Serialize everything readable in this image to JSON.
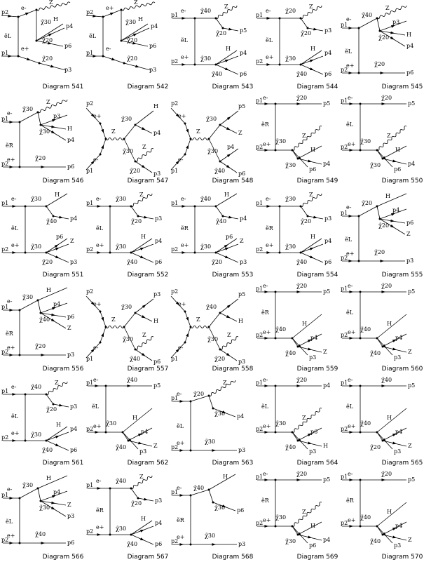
{
  "page": {
    "background": "#ffffff",
    "ink": "#000000"
  },
  "diagrams": [
    {
      "caption": "Diagram 541",
      "kind": "t3",
      "ext": [
        "p2",
        "p1",
        "Z",
        "H",
        "p4",
        "p6",
        "p3"
      ],
      "prop": [
        "e-",
        "e+",
        "ẽL",
        "χ̃30",
        "χ̃20",
        "χ̃20"
      ]
    },
    {
      "caption": "Diagram 542",
      "kind": "t3",
      "ext": [
        "p2",
        "p1",
        "Z",
        "H",
        "p4",
        "p6",
        "p3"
      ],
      "prop": [
        "e+",
        "e-",
        "ẽL",
        "χ̃30",
        "χ̃20",
        "χ̃20"
      ]
    },
    {
      "caption": "Diagram 543",
      "kind": "ladder",
      "ext": [
        "p1",
        "p2",
        "Z",
        "p5",
        "H",
        "p4",
        "p6"
      ],
      "prop": [
        "e-",
        "e+",
        "ẽL",
        "χ̃40",
        "χ̃20",
        "χ̃30",
        "χ̃40"
      ]
    },
    {
      "caption": "Diagram 544",
      "kind": "ladder",
      "ext": [
        "p1",
        "p2",
        "Z",
        "p3",
        "H",
        "p4",
        "p6"
      ],
      "prop": [
        "e-",
        "e+",
        "ẽL",
        "χ̃20",
        "χ̃20",
        "χ̃30",
        "χ̃40"
      ]
    },
    {
      "caption": "Diagram 545",
      "kind": "ladder2",
      "ext": [
        "p1",
        "p2",
        "Z",
        "p3",
        "H",
        "p4",
        "p6"
      ],
      "prop": [
        "e-",
        "e+",
        "ẽL",
        "χ̃40",
        "χ̃20",
        "χ̃40",
        "χ̃20"
      ]
    },
    {
      "caption": "Diagram 546",
      "kind": "ladder2",
      "ext": [
        "p1",
        "p2",
        "Z",
        "p3",
        "H",
        "p4",
        "p6"
      ],
      "prop": [
        "e-",
        "e+",
        "ẽR",
        "χ̃30",
        "χ̃30",
        "χ̃30",
        "χ̃20"
      ]
    },
    {
      "caption": "Diagram 547",
      "kind": "s",
      "ext": [
        "p2",
        "p1",
        "H",
        "p4",
        "p6",
        "Z",
        "p3"
      ],
      "prop": [
        "e+",
        "e-",
        "Z",
        "χ̃30",
        "χ̃30",
        "χ̃20",
        "χ̃20"
      ]
    },
    {
      "caption": "Diagram 548",
      "kind": "s",
      "ext": [
        "p2",
        "p1",
        "p5",
        "Z",
        "H",
        "p4",
        "p6"
      ],
      "prop": [
        "e+",
        "e-",
        "Z",
        "χ̃30",
        "χ̃30",
        "χ̃20",
        "χ̃40"
      ]
    },
    {
      "caption": "Diagram 549",
      "kind": "long",
      "ext": [
        "p1",
        "p2",
        "p5",
        "Z",
        "H",
        "p4",
        "p6"
      ],
      "prop": [
        "e-",
        "e+",
        "ẽR",
        "χ̃20",
        "χ̃30",
        "χ̃30",
        "χ̃40"
      ]
    },
    {
      "caption": "Diagram 550",
      "kind": "long",
      "ext": [
        "p1",
        "p2",
        "p5",
        "Z",
        "H",
        "p4",
        "p6"
      ],
      "prop": [
        "e-",
        "e+",
        "ẽL",
        "χ̃20",
        "χ̃30",
        "χ̃30",
        "χ̃40"
      ]
    },
    {
      "caption": "Diagram 551",
      "kind": "ladder",
      "ext": [
        "p1",
        "p2",
        "H",
        "p4",
        "p6",
        "Z",
        "p3"
      ],
      "prop": [
        "e-",
        "e+",
        "ẽL",
        "χ̃30",
        "χ̃40",
        "χ̃30",
        "χ̃20"
      ]
    },
    {
      "caption": "Diagram 552",
      "kind": "ladder",
      "ext": [
        "p1",
        "p2",
        "Z",
        "p3",
        "H",
        "p4",
        "p6"
      ],
      "prop": [
        "e-",
        "e+",
        "ẽL",
        "χ̃30",
        "χ̃20",
        "χ̃30",
        "χ̃40"
      ]
    },
    {
      "caption": "Diagram 553",
      "kind": "ladder",
      "ext": [
        "p1",
        "p2",
        "H",
        "p4",
        "p6",
        "Z",
        "p3"
      ],
      "prop": [
        "e-",
        "e+",
        "ẽR",
        "χ̃40",
        "χ̃40",
        "χ̃30",
        "χ̃20"
      ]
    },
    {
      "caption": "Diagram 554",
      "kind": "ladder",
      "ext": [
        "p1",
        "p2",
        "Z",
        "p3",
        "H",
        "p4",
        "p6"
      ],
      "prop": [
        "e-",
        "e+",
        "ẽR",
        "χ̃30",
        "χ̃20",
        "χ̃30",
        "χ̃40"
      ]
    },
    {
      "caption": "Diagram 555",
      "kind": "ladder2",
      "ext": [
        "p1",
        "p2",
        "H",
        "p4",
        "p6",
        "Z",
        "p3"
      ],
      "prop": [
        "e-",
        "e+",
        "ẽL",
        "χ̃20",
        "χ̃20",
        "χ̃40",
        "χ̃20"
      ]
    },
    {
      "caption": "Diagram 556",
      "kind": "ladder2",
      "ext": [
        "p1",
        "p2",
        "H",
        "p4",
        "p6",
        "Z",
        "p3"
      ],
      "prop": [
        "e-",
        "e+",
        "ẽR",
        "χ̃30",
        "χ̃40",
        "χ̃40",
        "χ̃20"
      ]
    },
    {
      "caption": "Diagram 557",
      "kind": "s",
      "ext": [
        "p2",
        "p1",
        "p3",
        "H",
        "p4",
        "Z",
        "p6"
      ],
      "prop": [
        "e+",
        "e-",
        "Z",
        "χ̃30",
        "χ̃30",
        "χ̃40",
        "χ̃40"
      ]
    },
    {
      "caption": "Diagram 558",
      "kind": "s",
      "ext": [
        "p2",
        "p1",
        "p5",
        "H",
        "p4",
        "Z",
        "p3"
      ],
      "prop": [
        "e+",
        "e-",
        "Z",
        "χ̃40",
        "χ̃30",
        "χ̃20",
        "χ̃20"
      ]
    },
    {
      "caption": "Diagram 559",
      "kind": "long",
      "ext": [
        "p1",
        "p2",
        "p5",
        "H",
        "p4",
        "Z",
        "p3"
      ],
      "prop": [
        "e-",
        "e+",
        "ẽR",
        "χ̃20",
        "χ̃40",
        "χ̃40",
        "χ̃20"
      ]
    },
    {
      "caption": "Diagram 560",
      "kind": "long",
      "ext": [
        "p1",
        "p2",
        "p5",
        "H",
        "p4",
        "Z",
        "p3"
      ],
      "prop": [
        "e-",
        "e+",
        "ẽL",
        "χ̃20",
        "χ̃40",
        "χ̃40",
        "χ̃20"
      ]
    },
    {
      "caption": "Diagram 561",
      "kind": "ladder",
      "ext": [
        "p1",
        "p2",
        "Z",
        "p3",
        "H",
        "p4",
        "p6"
      ],
      "prop": [
        "e-",
        "e+",
        "ẽL",
        "χ̃40",
        "χ̃20",
        "χ̃30",
        "χ̃40"
      ]
    },
    {
      "caption": "Diagram 562",
      "kind": "long",
      "ext": [
        "p1",
        "p2",
        "p5",
        "H",
        "p4",
        "Z",
        "p3"
      ],
      "prop": [
        "e-",
        "e+",
        "ẽL",
        "χ̃40",
        "χ̃30",
        "χ̃40",
        "χ̃20"
      ]
    },
    {
      "caption": "Diagram 563",
      "kind": "longW",
      "ext": [
        "p1",
        "p2",
        "p4",
        "Z",
        "p6",
        "p5",
        "p3"
      ],
      "prop": [
        "e-",
        "e+",
        "ẽL",
        "χ̃20",
        "χ̃30",
        "χ̃30",
        "χ̃20"
      ]
    },
    {
      "caption": "Diagram 564",
      "kind": "long",
      "ext": [
        "p1",
        "p2",
        "p4",
        "Z",
        "p6",
        "H",
        "p3"
      ],
      "prop": [
        "e-",
        "e+",
        "ẽL",
        "χ̃20",
        "χ̃30",
        "χ̃40",
        "χ̃20"
      ]
    },
    {
      "caption": "Diagram 565",
      "kind": "long",
      "ext": [
        "p1",
        "p2",
        "p5",
        "H",
        "p4",
        "Z",
        "p3"
      ],
      "prop": [
        "e-",
        "e+",
        "ẽL",
        "χ̃40",
        "χ̃40",
        "χ̃20",
        "χ̃20"
      ]
    },
    {
      "caption": "Diagram 566",
      "kind": "ladder2",
      "ext": [
        "p1",
        "p2",
        "H",
        "p4",
        "Z",
        "p3",
        "p6"
      ],
      "prop": [
        "e-",
        "e+",
        "ẽL",
        "χ̃30",
        "χ̃30",
        "χ̃20",
        "χ̃40"
      ]
    },
    {
      "caption": "Diagram 567",
      "kind": "ladder",
      "ext": [
        "p1",
        "p2",
        "Z",
        "p3",
        "H",
        "p4",
        "p6"
      ],
      "prop": [
        "e-",
        "e+",
        "ẽR",
        "χ̃40",
        "χ̃20",
        "χ̃30",
        "χ̃40"
      ]
    },
    {
      "caption": "Diagram 568",
      "kind": "longW",
      "ext": [
        "p1",
        "p2",
        "p6",
        "H",
        "p4",
        "Z",
        "p3"
      ],
      "prop": [
        "e-",
        "e+",
        "ẽR",
        "χ̃40",
        "χ̃30",
        "χ̃30",
        "χ̃20"
      ]
    },
    {
      "caption": "Diagram 569",
      "kind": "long",
      "ext": [
        "p1",
        "p2",
        "p5",
        "Z",
        "H",
        "p4",
        "p6"
      ],
      "prop": [
        "e-",
        "e+",
        "ẽR",
        "χ̃20",
        "χ̃30",
        "χ̃30",
        "χ̃40"
      ]
    },
    {
      "caption": "Diagram 570",
      "kind": "long",
      "ext": [
        "p1",
        "p2",
        "p5",
        "H",
        "p4",
        "Z",
        "p3"
      ],
      "prop": [
        "e-",
        "e+",
        "ẽR",
        "χ̃20",
        "χ̃40",
        "χ̃40",
        "χ̃20"
      ]
    }
  ]
}
